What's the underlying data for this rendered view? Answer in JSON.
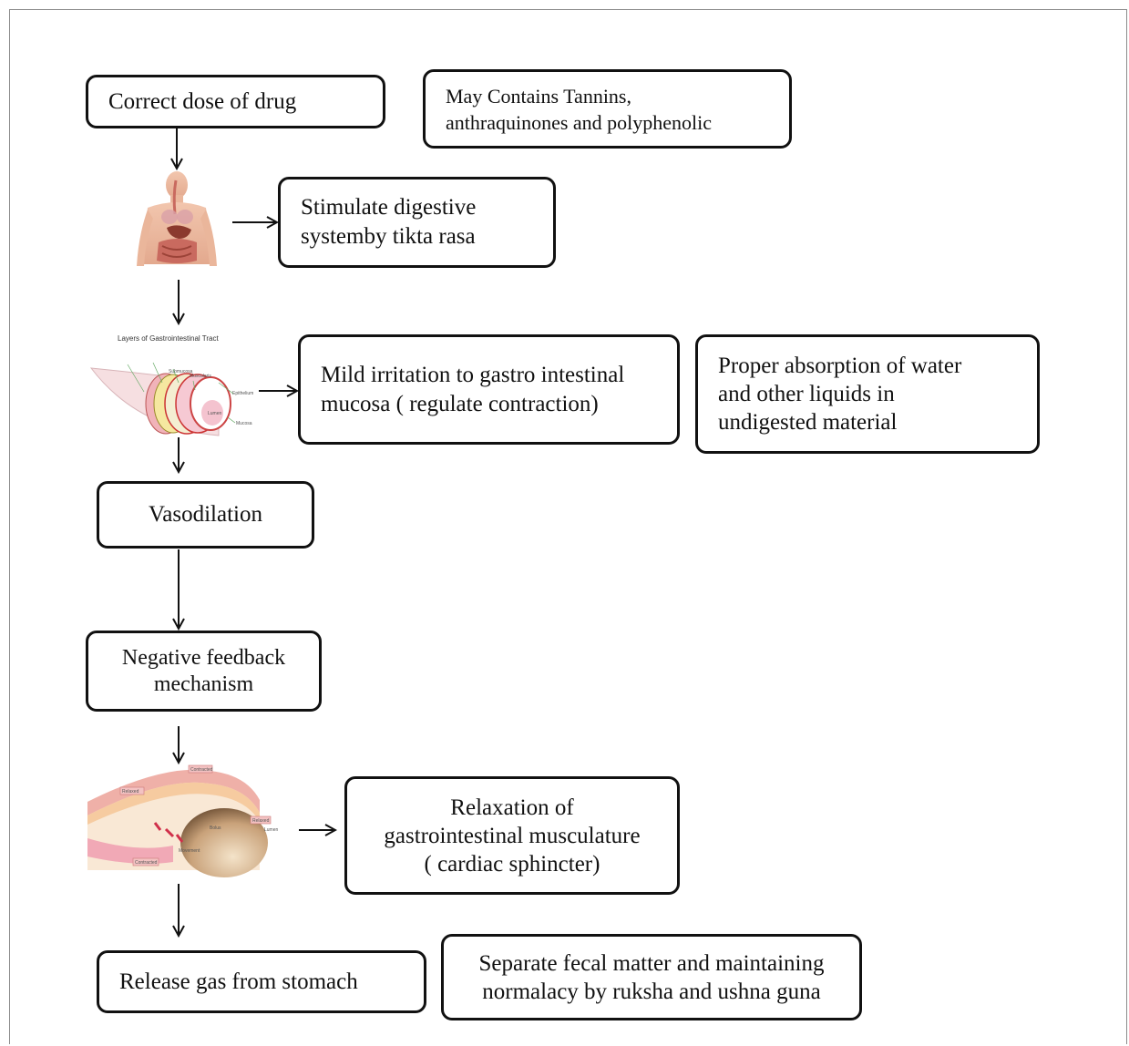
{
  "boxes": {
    "correct_dose": [
      "Correct dose of drug"
    ],
    "tannins": [
      "May Contains Tannins,",
      "anthraquinones and polyphenolic"
    ],
    "stimulate": [
      "Stimulate digestive",
      "systemby tikta rasa"
    ],
    "mild_irritation": [
      "Mild irritation to gastro intestinal",
      "mucosa ( regulate contraction)"
    ],
    "absorption": [
      "Proper absorption of water",
      "and other liquids in",
      "undigested material"
    ],
    "vasodilation": [
      "Vasodilation"
    ],
    "negative_feedback": [
      "Negative feedback",
      "mechanism"
    ],
    "relaxation": [
      "Relaxation of",
      "gastrointestinal musculature",
      "( cardiac sphincter)"
    ],
    "release_gas": [
      "Release gas from stomach"
    ],
    "separate": [
      "Separate fecal matter and maintaining",
      "normalacy by ruksha and ushna guna"
    ]
  },
  "illustrations": {
    "gi_layers": {
      "title": "Layers of Gastrointestinal Tract",
      "labels": [
        "Mucosa",
        "Lumen",
        "Epithelium",
        "Muscularis",
        "Submucosa"
      ]
    },
    "peristalsis": {
      "labels": [
        "Contracted",
        "Relaxed",
        "Bolus",
        "Lumen",
        "Relaxed",
        "Contracted",
        "Movement"
      ]
    }
  },
  "colors": {
    "border": "#111111",
    "frame": "#8a8a8a",
    "skin": "#e9b9a0",
    "muscle_pink": "#f0a7b0"
  }
}
